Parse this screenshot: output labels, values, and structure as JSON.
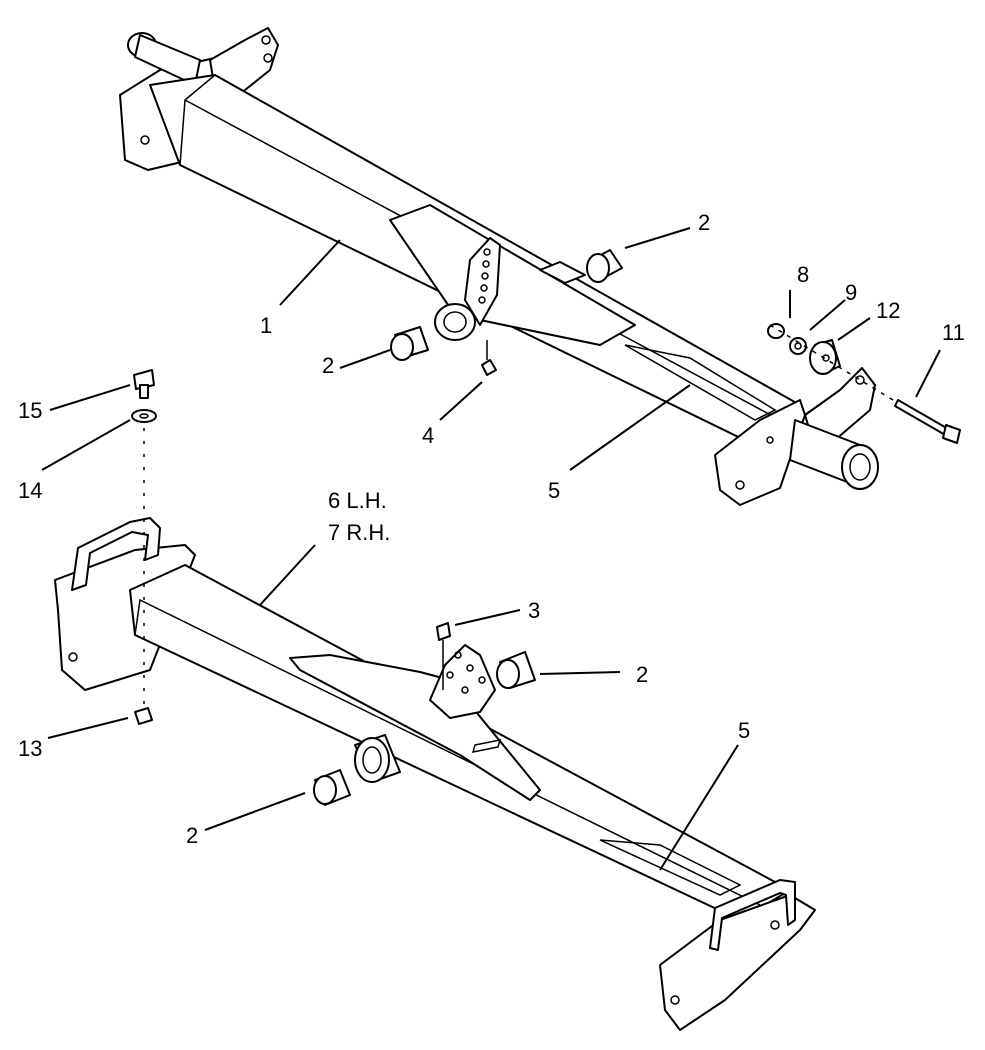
{
  "diagram": {
    "callouts": {
      "c1": "1",
      "c2_top_right": "2",
      "c2_top_left": "2",
      "c2_bottom_right": "2",
      "c2_bottom_left": "2",
      "c3": "3",
      "c4": "4",
      "c5_top": "5",
      "c5_bottom": "5",
      "c6": "6 L.H.",
      "c7": "7 R.H.",
      "c8": "8",
      "c9": "9",
      "c11": "11",
      "c12": "12",
      "c13": "13",
      "c14": "14",
      "c15": "15"
    },
    "colors": {
      "line": "#000000",
      "background": "#ffffff"
    }
  }
}
